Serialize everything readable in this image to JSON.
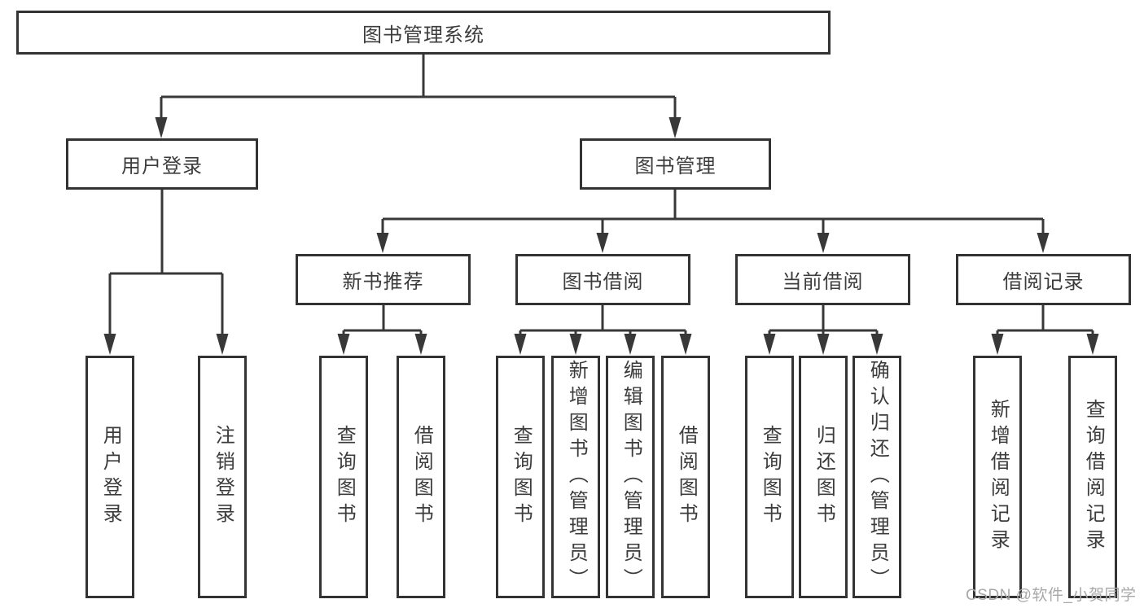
{
  "colors": {
    "background": "#ffffff",
    "box_fill": "#ffffff",
    "box_border": "#333333",
    "connector_line": "#383838",
    "text": "#3c3c3c",
    "watermark_text": "#a8a8a8"
  },
  "watermark": {
    "text": "CSDN @软件_小贺同学"
  },
  "tree": {
    "root": {
      "label": "图书管理系统"
    },
    "branches": [
      {
        "label": "用户登录",
        "children": [
          {
            "label": "用户登录"
          },
          {
            "label": "注销登录"
          }
        ]
      },
      {
        "label": "图书管理",
        "groups": [
          {
            "label": "新书推荐",
            "children": [
              {
                "label": "查询图书"
              },
              {
                "label": "借阅图书"
              }
            ]
          },
          {
            "label": "图书借阅",
            "children": [
              {
                "label": "查询图书"
              },
              {
                "label": "新增图书（管理员）"
              },
              {
                "label": "编辑图书（管理员）"
              },
              {
                "label": "借阅图书"
              }
            ]
          },
          {
            "label": "当前借阅",
            "children": [
              {
                "label": "查询图书"
              },
              {
                "label": "归还图书"
              },
              {
                "label": "确认归还（管理员）"
              }
            ]
          },
          {
            "label": "借阅记录",
            "children": [
              {
                "label": "新增借阅记录"
              },
              {
                "label": "查询借阅记录"
              }
            ]
          }
        ]
      }
    ]
  }
}
